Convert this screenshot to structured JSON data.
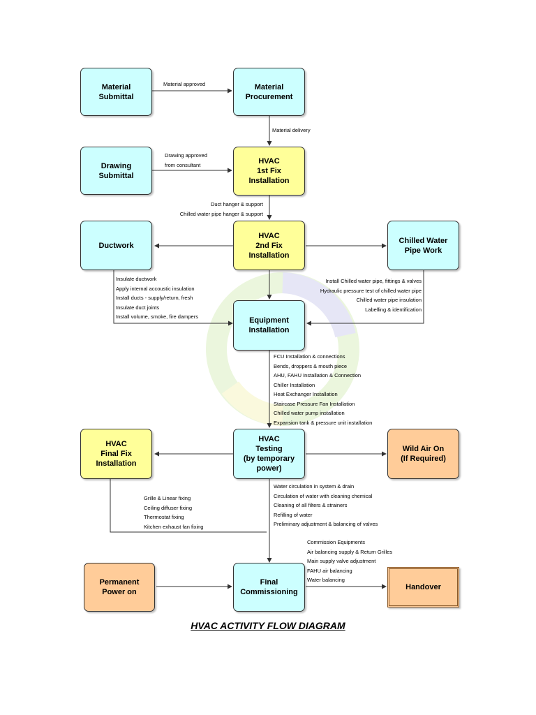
{
  "boxes": {
    "material_submittal": "Material\nSubmittal",
    "material_procurement": "Material\nProcurement",
    "drawing_submittal": "Drawing\nSubmittal",
    "hvac_1st_fix": "HVAC\n1st Fix\nInstallation",
    "ductwork": "Ductwork",
    "hvac_2nd_fix": "HVAC\n2nd Fix\nInstallation",
    "chilled_water_pipe_work": "Chilled Water\nPipe Work",
    "equipment_installation": "Equipment\nInstallation",
    "hvac_final_fix": "HVAC\nFinal Fix\nInstallation",
    "hvac_testing": "HVAC\nTesting\n(by temporary\npower)",
    "wild_air_on": "Wild Air On\n(If Required)",
    "permanent_power_on": "Permanent\nPower on",
    "final_commissioning": "Final\nCommissioning",
    "handover": "Handover"
  },
  "labels": {
    "material_approved": "Material approved",
    "material_delivery": "Material delivery",
    "drawing_approved": "Drawing approved\nfrom consultant",
    "hanger_support": "Duct hanger & support\nChilled water pipe hanger & support",
    "ductwork_tasks": "Insulate ductwork\nApply internal accoustic insulation\nInstall ducts - supply/return, fresh\nInsulate duct joints\nInstall volume, smoke, fire dampers",
    "chilled_water_tasks": "Install Chilled water pipe, fittings & valves\nHydraulic pressure test of chilled water pipe\nChilled water pipe insulation\nLabelling & identification",
    "equipment_tasks": "FCU Installation & connections\nBends, droppers & mouth piece\nAHU, FAHU Installation & Connection\nChiller Installation\nHeat Exchanger Installation\nStaircase Pressure Fan Installation\nChilled water pump installation\nExpansion tank & pressure unit installation",
    "final_fix_tasks": "Grille & Linear fixing\nCeiling diffuser fixing\nThermostat fixing\nKitchen exhaust fan fixing",
    "testing_tasks": "Water circulation in system & drain\nCirculation of water with cleaning chemical\nCleaning of all filters & strainers\nRefilling of water\nPreliminary adjustment & balancing of valves",
    "commissioning_tasks": "Commission Equipments\nAir balancing supply & Return Grilles\nMain supply valve adjustment\nFAHU air balancing\nWater balancing"
  },
  "title": "HVAC ACTIVITY FLOW DIAGRAM",
  "colors": {
    "cyan": "#ccffff",
    "yellow": "#ffff99",
    "orange": "#ffcc99",
    "line": "#333333"
  }
}
